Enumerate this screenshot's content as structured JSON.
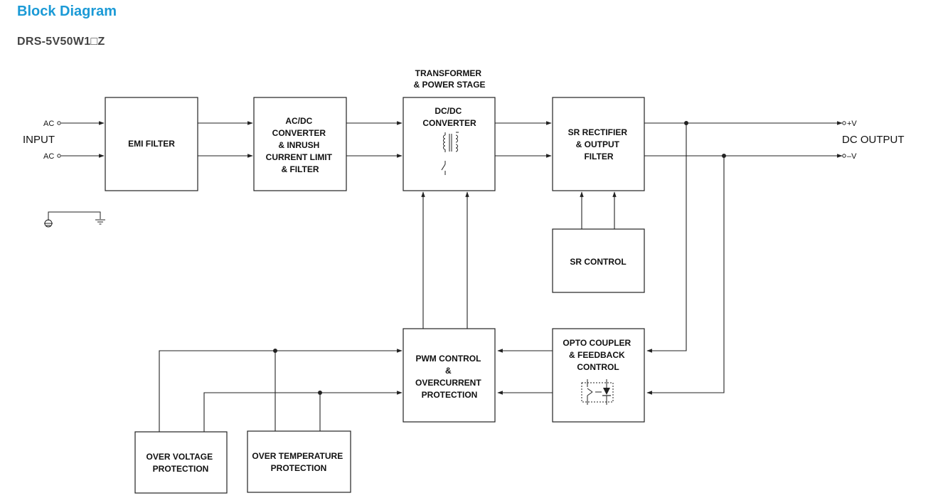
{
  "header": {
    "title": "Block Diagram",
    "model": "DRS-5V50W1□Z"
  },
  "diagram": {
    "input": {
      "label": "INPUT",
      "ac1": "AC",
      "ac2": "AC"
    },
    "output": {
      "label": "DC OUTPUT",
      "pos": "+V",
      "neg": "–V"
    },
    "blocks": {
      "emi": [
        "EMI FILTER"
      ],
      "acdc": [
        "AC/DC",
        "CONVERTER",
        "& INRUSH",
        "CURRENT LIMIT",
        "& FILTER"
      ],
      "dcdc": [
        "DC/DC",
        "CONVERTER"
      ],
      "transformer_caption": [
        "TRANSFORMER",
        "& POWER STAGE"
      ],
      "sr_rect": [
        "SR RECTIFIER",
        "& OUTPUT",
        "FILTER"
      ],
      "sr_ctrl": [
        "SR CONTROL"
      ],
      "pwm": [
        "PWM CONTROL",
        "&",
        "OVERCURRENT",
        "PROTECTION"
      ],
      "opto": [
        "OPTO COUPLER",
        "& FEEDBACK",
        "CONTROL"
      ],
      "ovp": [
        "OVER VOLTAGE",
        "PROTECTION"
      ],
      "otp": [
        "OVER TEMPERATURE",
        "PROTECTION"
      ]
    },
    "colors": {
      "title": "#1b9ad6",
      "line": "#222222"
    },
    "icons": [
      "ground-icon",
      "chassis-ground-icon",
      "transformer-icon",
      "switch-icon",
      "optocoupler-icon"
    ]
  }
}
